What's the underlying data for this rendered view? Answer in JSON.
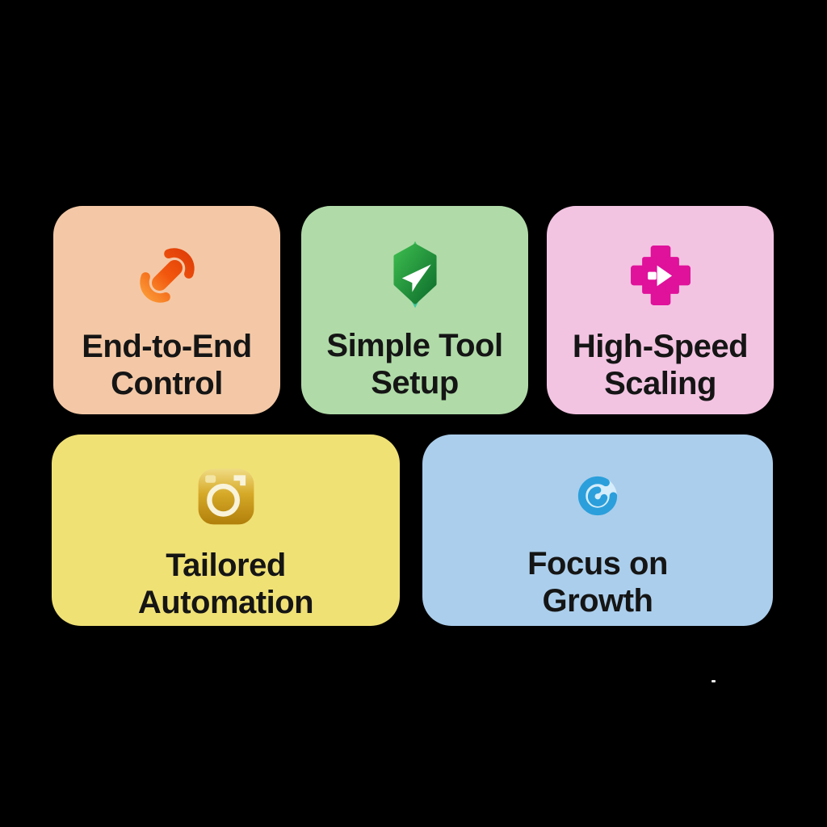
{
  "background_color": "#000000",
  "text_color": "#151515",
  "cards": [
    {
      "title": "End-to-End\nControl",
      "bg": "#f4c8a6",
      "icon": "dumbbell-icon",
      "icon_colors": {
        "light": "#fca33c",
        "mid": "#f2570e",
        "dark": "#dd3a06"
      }
    },
    {
      "title": "Simple Tool\nSetup",
      "bg": "#b0dba8",
      "icon": "shield-paper-plane-icon",
      "icon_colors": {
        "diamond_top": "#45c161",
        "diamond_bottom": "#3ec9a0",
        "shield_light": "#3cbb4e",
        "shield_dark": "#0d6d2c",
        "plane": "#ffffff"
      }
    },
    {
      "title": "High-Speed\nScaling",
      "bg": "#f3c4e2",
      "icon": "pixel-cross-arrow-icon",
      "icon_colors": {
        "cross": "#e0119b",
        "arrow": "#ffffff"
      }
    },
    {
      "title": "Tailored\nAutomation",
      "bg": "#f0e175",
      "icon": "camera-icon",
      "icon_colors": {
        "body_top": "#f0db82",
        "body_mid": "#d6a928",
        "body_bottom": "#b07f0a",
        "detail": "#f8f3da",
        "flash": "#f4e8ac"
      }
    },
    {
      "title": "Focus on\nGrowth",
      "bg": "#abceec",
      "icon": "spiral-icon",
      "icon_colors": {
        "spiral": "#2b9fdb",
        "pool": "#d6edfb"
      }
    }
  ]
}
